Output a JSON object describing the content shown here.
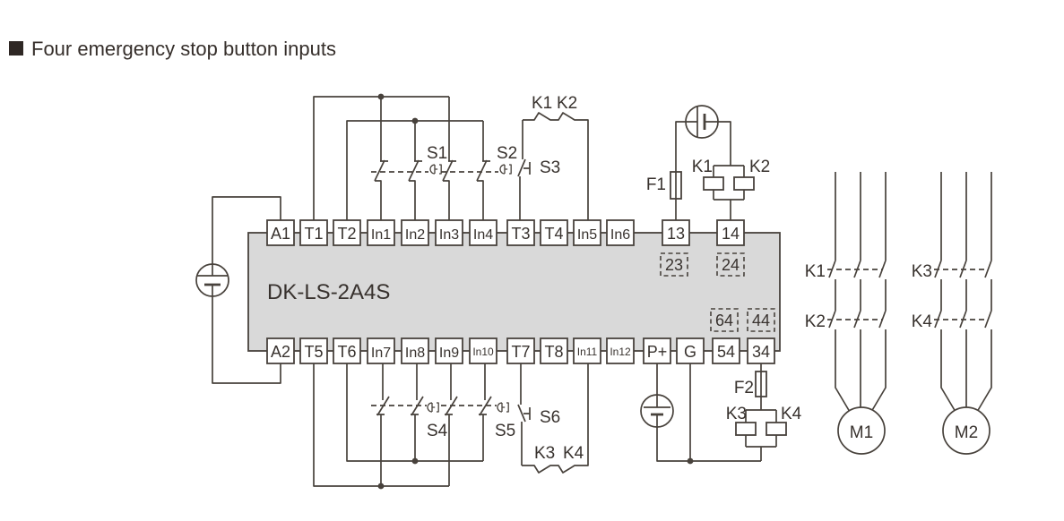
{
  "title": "Four emergency stop button inputs",
  "device_model": "DK-LS-2A4S",
  "terminals": {
    "top": [
      "A1",
      "T1",
      "T2",
      "In1",
      "In2",
      "In3",
      "In4",
      "T3",
      "T4",
      "In5",
      "In6",
      "13",
      "14"
    ],
    "bottom": [
      "A2",
      "T5",
      "T6",
      "In7",
      "In8",
      "In9",
      "In10",
      "T7",
      "T8",
      "In11",
      "In12",
      "P+",
      "G",
      "54",
      "34"
    ],
    "expansion": [
      "23",
      "24",
      "64",
      "44"
    ]
  },
  "estop_buttons": {
    "s1": "S1",
    "s2": "S2",
    "s4": "S4",
    "s5": "S5"
  },
  "reset_buttons": {
    "s3": "S3",
    "s6": "S6"
  },
  "feedback_contacts": {
    "k1": "K1",
    "k2": "K2",
    "k3": "K3",
    "k4": "K4"
  },
  "fuses": {
    "f1": "F1",
    "f2": "F2"
  },
  "coils": {
    "k1": "K1",
    "k2": "K2",
    "k3": "K3",
    "k4": "K4"
  },
  "contactors": {
    "k1": "K1",
    "k2": "K2",
    "k3": "K3",
    "k4": "K4"
  },
  "motors": {
    "m1": "M1",
    "m2": "M2"
  },
  "colors": {
    "line": "#48423c",
    "device_fill": "#d9d9d9",
    "text": "#38322e",
    "title_text": "#352e2a",
    "title_bullet": "#2e2724"
  }
}
